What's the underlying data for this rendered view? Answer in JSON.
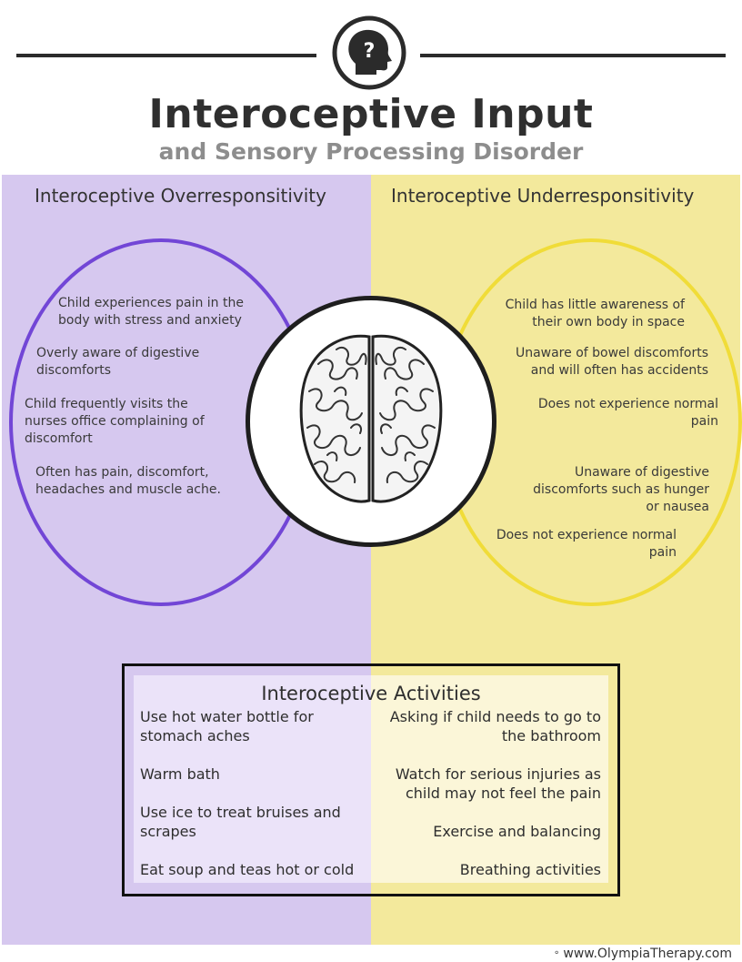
{
  "header": {
    "icon": "head-question-icon",
    "title": "Interoceptive Input",
    "subtitle": "and Sensory Processing Disorder"
  },
  "left_panel": {
    "heading": "Interoceptive Overresponsitivity",
    "color": "#d6c8ef",
    "ellipse_color": "#7246d6",
    "items": [
      "Child experiences pain in the body with stress and anxiety",
      "Overly aware of digestive discomforts",
      "Child frequently visits the nurses office complaining of discomfort",
      "Often has pain, discomfort, headaches and muscle ache."
    ]
  },
  "right_panel": {
    "heading": "Interoceptive Underresponsitivity",
    "color": "#f3e99c",
    "ellipse_color": "#f0dc38",
    "items": [
      "Child has little awareness of their own body in space",
      "Unaware of bowel discomforts and will often has accidents",
      "Does not experience normal pain",
      "Unaware of digestive discomforts such as hunger or nausea",
      "Does not experience normal pain"
    ]
  },
  "center": {
    "icon": "brain-icon"
  },
  "activities": {
    "title": "Interoceptive Activities",
    "left": [
      "Use hot water bottle for stomach aches",
      "Warm bath",
      "Use ice to treat bruises and scrapes",
      "Eat soup and teas hot or cold"
    ],
    "right": [
      "Asking if child needs to go to the bathroom",
      "Watch for serious injuries as child may not feel the pain",
      "Exercise and balancing",
      "Breathing activities"
    ]
  },
  "footer": {
    "icon": "olympia-logo-icon",
    "url": "www.OlympiaTherapy.com"
  }
}
